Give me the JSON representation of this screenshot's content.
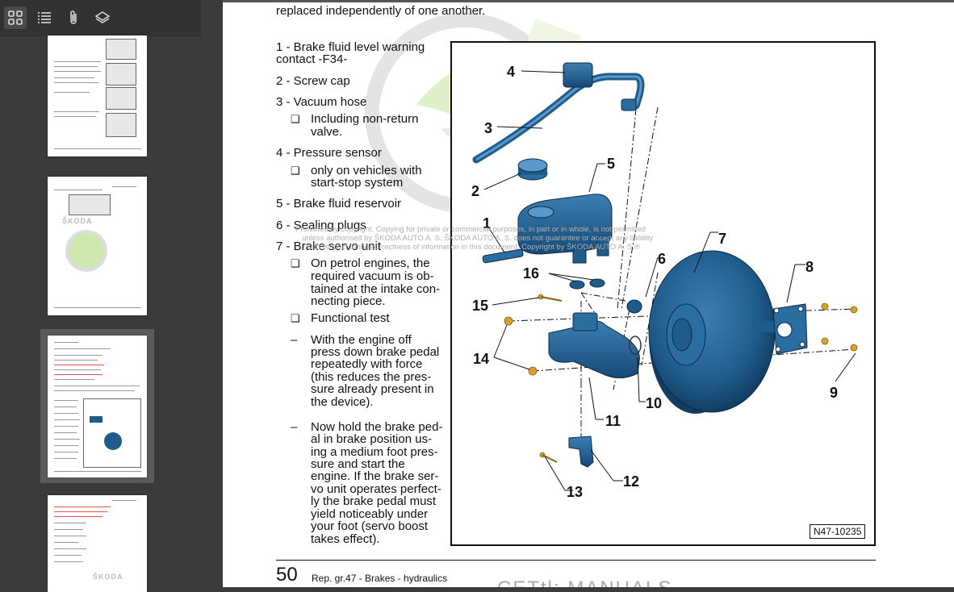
{
  "toolbar": {
    "thumbnails_icon": "grid-icon",
    "outline_icon": "list-icon",
    "attachments_icon": "paperclip-icon",
    "layers_icon": "layers-icon"
  },
  "thumbnails": {
    "logo_text": "ŠKODA"
  },
  "page": {
    "intro_line": "replaced independently of one another.",
    "items": [
      {
        "label": "1 - Brake fluid level warning",
        "label2": "contact -F34-"
      },
      {
        "label": "2 - Screw cap"
      },
      {
        "label": "3 - Vacuum hose"
      },
      {
        "label": "4 - Pressure sensor"
      },
      {
        "label": "5 - Brake fluid reservoir"
      },
      {
        "label": "6 - Sealing plugs"
      },
      {
        "label": "7 - Brake servo unit"
      }
    ],
    "sub": {
      "hose_1": "Including non-return",
      "hose_2": "valve.",
      "sensor_1": "only on vehicles with",
      "sensor_2": "start-stop system",
      "servo_1": "On petrol engines, the",
      "servo_2": "required vacuum is ob-",
      "servo_3": "tained at the intake con-",
      "servo_4": "necting piece.",
      "servo_5": "Functional test"
    },
    "dash1": [
      "With the engine off",
      "press down brake pedal",
      "repeatedly with force",
      "(this reduces the pres-",
      "sure already present in",
      "the device)."
    ],
    "dash2": [
      "Now hold the brake ped-",
      "al in brake position us-",
      "ing a medium foot pres-",
      "sure and start the",
      "engine. If the brake ser-",
      "vo unit operates perfect-",
      "ly the brake pedal must",
      "yield noticeably under",
      "your foot (servo boost",
      "takes effect)."
    ],
    "bullet_glyph": "❑",
    "dash_glyph": "–",
    "watermark_1": "Protected by copyright. Copying for private or commercial purposes, in part or in whole, is not permitted",
    "watermark_2": "unless authorised by ŠKODA AUTO A. S. ŠKODA AUTO A. S. does not guarantee or accept any liability",
    "watermark_3": "with respect to the correctness of information in this document. Copyright by ŠKODA AUTO A. S.®",
    "figure_ref": "N47-10235",
    "callouts": [
      "1",
      "2",
      "3",
      "4",
      "5",
      "6",
      "7",
      "8",
      "9",
      "10",
      "11",
      "12",
      "13",
      "14",
      "15",
      "16"
    ],
    "page_number": "50",
    "footer": "Rep. gr.47 - Brakes - hydraulics",
    "footer_watermark": "CETtl: MANUALS"
  },
  "colors": {
    "part_blue": "#1f5c8c",
    "bolt_gold": "#d8a030",
    "logo_green": "#cfe8b0"
  }
}
